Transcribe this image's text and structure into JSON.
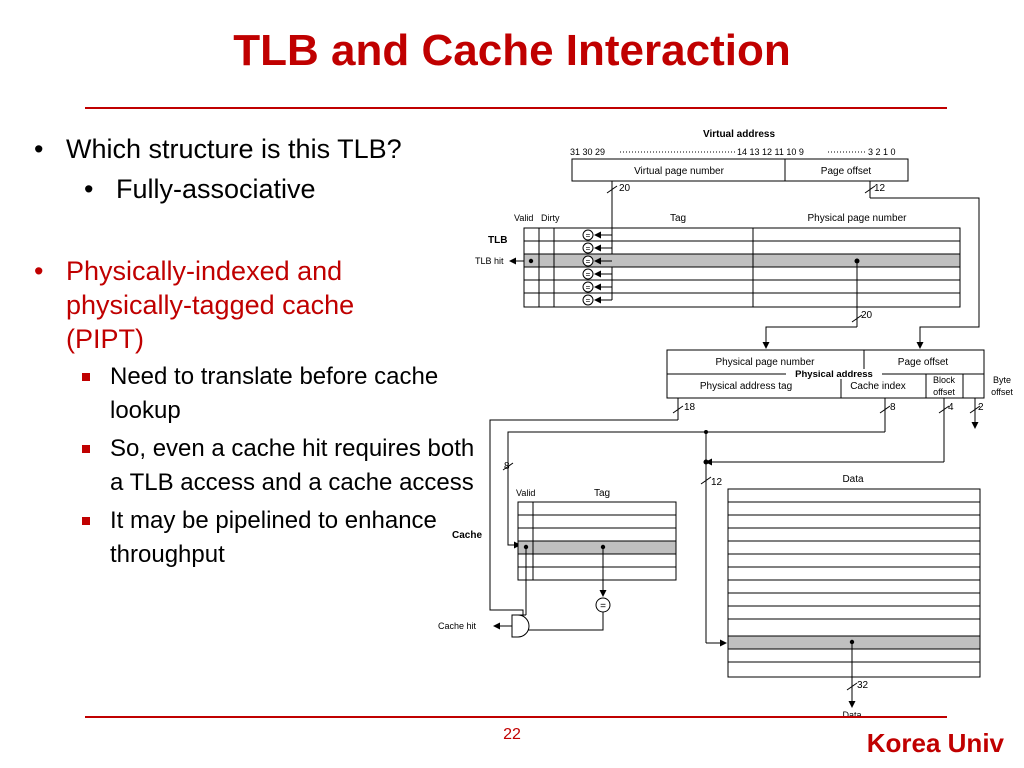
{
  "slide": {
    "title": "TLB and Cache Interaction",
    "page_number": "22",
    "brand": "Korea Univ"
  },
  "bullets": {
    "q1": "Which structure is this TLB?",
    "a1": "Fully-associative",
    "q2": "Physically-indexed and physically-tagged cache (PIPT)",
    "s1": "Need to translate before cache lookup",
    "s2": "So, even a cache hit requires both a TLB access and a cache access",
    "s3": "It may be pipelined to enhance throughput"
  },
  "diagram": {
    "virtual_address": "Virtual address",
    "va_bits_left": "31 30 29",
    "va_bits_mid": "14 13 12 11 10 9",
    "va_bits_right": "3 2 1 0",
    "virtual_page_number": "Virtual page number",
    "page_offset": "Page offset",
    "w20": "20",
    "w12": "12",
    "tlb_valid": "Valid",
    "tlb_dirty": "Dirty",
    "tlb_tag": "Tag",
    "tlb_ppn": "Physical page number",
    "tlb_label": "TLB",
    "tlb_hit": "TLB hit",
    "eq": "=",
    "pa_ppn": "Physical page number",
    "pa_page_offset": "Page offset",
    "physical_address": "Physical address",
    "pa_tag": "Physical address tag",
    "cache_index": "Cache index",
    "block_offset_1": "Block",
    "block_offset_2": "offset",
    "byte_offset_1": "Byte",
    "byte_offset_2": "offset",
    "w18": "18",
    "w8": "8",
    "w4": "4",
    "w2": "2",
    "cache_valid": "Valid",
    "cache_tag": "Tag",
    "cache_label": "Cache",
    "cache_hit": "Cache hit",
    "data_label": "Data",
    "w32": "32",
    "data_out": "Data"
  },
  "colors": {
    "accent": "#c00000",
    "highlight_row": "#c0c0c0"
  }
}
